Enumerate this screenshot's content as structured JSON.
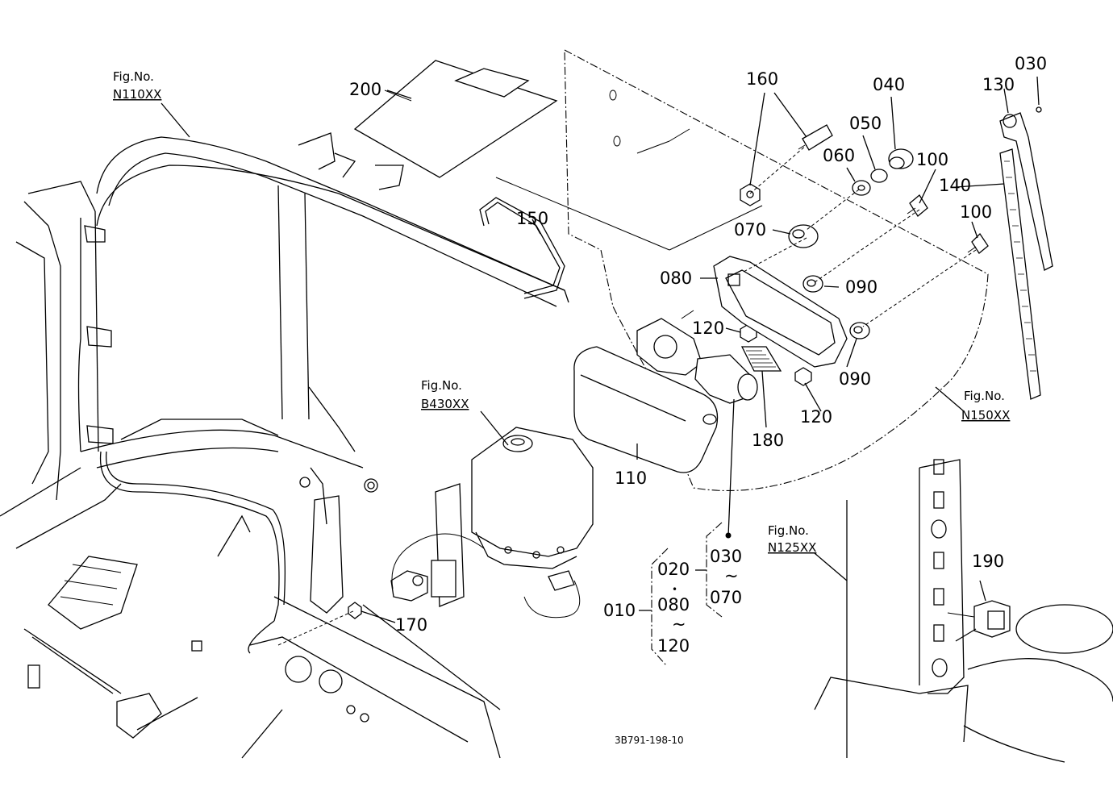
{
  "diagram_code": "3B791-198-10",
  "fig_refs": [
    {
      "prefix": "Fig.No.",
      "number": "N110XX"
    },
    {
      "prefix": "Fig.No.",
      "number": "B430XX"
    },
    {
      "prefix": "Fig.No.",
      "number": "N150XX"
    },
    {
      "prefix": "Fig.No.",
      "number": "N125XX"
    }
  ],
  "part_labels": [
    "200",
    "160",
    "040",
    "030",
    "130",
    "050",
    "060",
    "100",
    "140",
    "150",
    "070",
    "100",
    "080",
    "090",
    "120",
    "090",
    "120",
    "180",
    "110",
    "190",
    "170"
  ],
  "bracket_group": {
    "main": "010",
    "range_a_start": "020",
    "range_a_mid": "080",
    "range_a_tilde": "~",
    "range_a_end": "120",
    "range_a_dot": "•",
    "range_b_start": "030",
    "range_b_tilde": "~",
    "range_b_end": "070"
  }
}
